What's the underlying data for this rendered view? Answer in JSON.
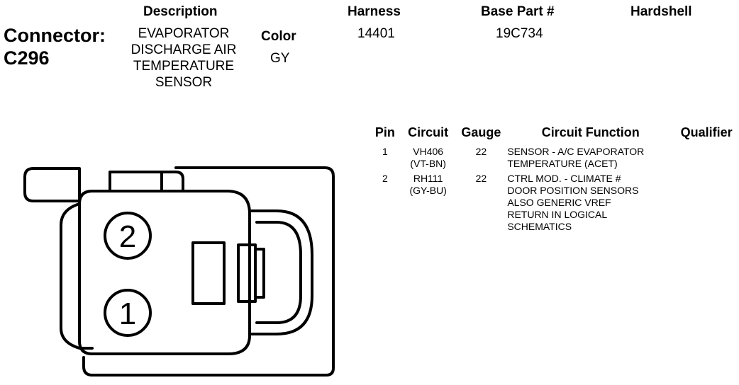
{
  "connector": {
    "label": "Connector:",
    "id": "C296"
  },
  "headers": {
    "description": "Description",
    "harness": "Harness",
    "base_part": "Base Part #",
    "hardshell": "Hardshell",
    "color": "Color"
  },
  "values": {
    "description_lines": [
      "EVAPORATOR",
      "DISCHARGE AIR",
      "TEMPERATURE",
      "SENSOR"
    ],
    "harness": "14401",
    "base_part": "19C734",
    "color": "GY"
  },
  "table": {
    "columns": [
      "Pin",
      "Circuit",
      "Gauge",
      "Circuit Function",
      "Qualifier"
    ],
    "rows": [
      {
        "pin": "1",
        "circuit": [
          "VH406",
          "(VT-BN)"
        ],
        "gauge": "22",
        "function": [
          "SENSOR - A/C EVAPORATOR",
          "TEMPERATURE (ACET)"
        ],
        "qualifier": ""
      },
      {
        "pin": "2",
        "circuit": [
          "RH111",
          "(GY-BU)"
        ],
        "gauge": "22",
        "function": [
          "CTRL MOD. - CLIMATE #",
          "DOOR POSITION SENSORS",
          "ALSO GENERIC VREF",
          "RETURN IN LOGICAL",
          "SCHEMATICS"
        ],
        "qualifier": ""
      }
    ]
  },
  "diagram": {
    "pin_labels": [
      "2",
      "1"
    ]
  }
}
